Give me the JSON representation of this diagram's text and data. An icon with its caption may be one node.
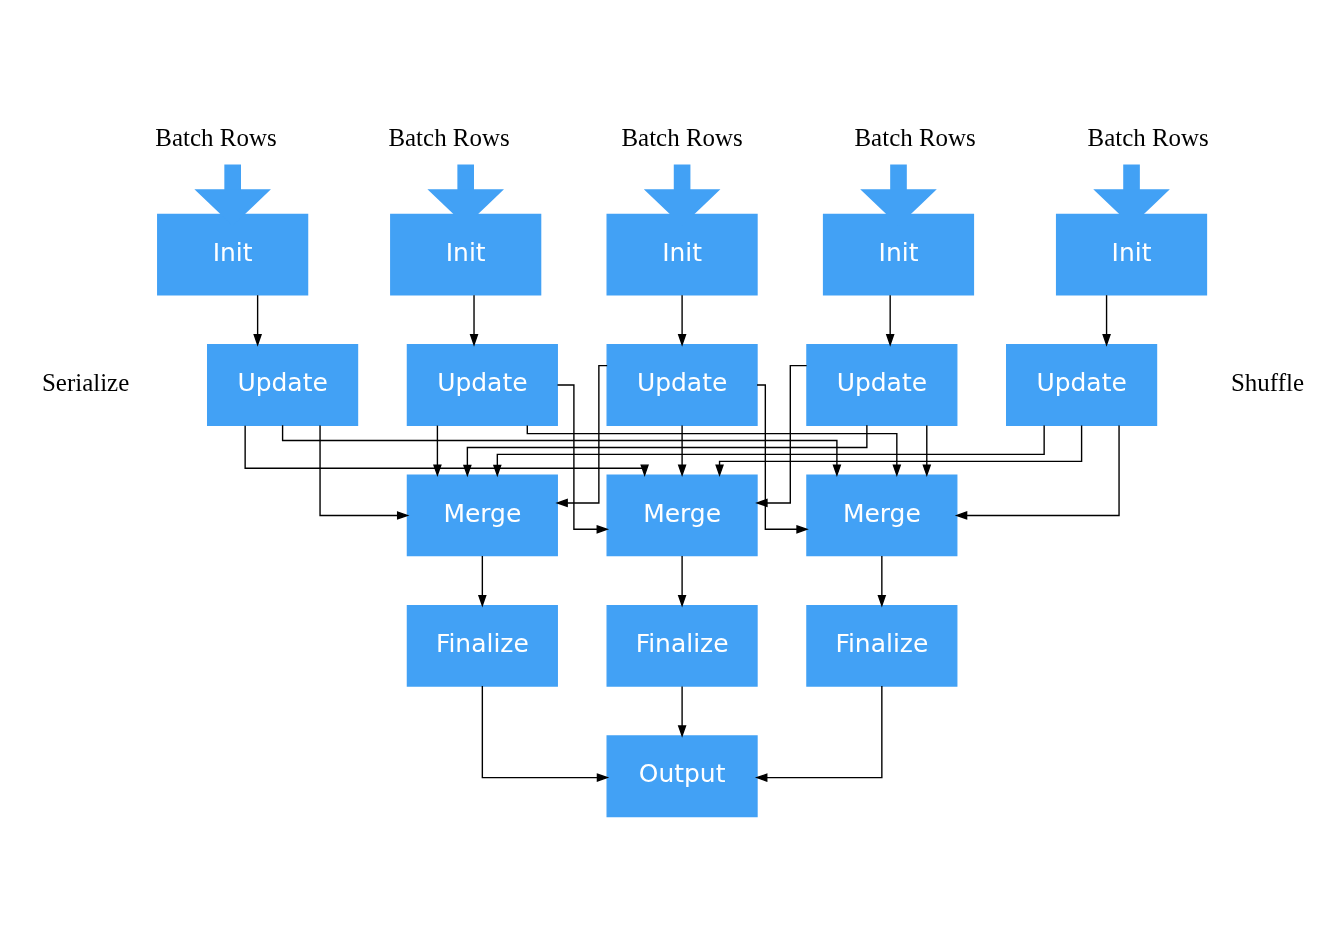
{
  "diagram": {
    "nodes": [
      {
        "text": [
          "Batch Rows"
        ]
      },
      {
        "text": [
          "Batch Rows"
        ]
      },
      {
        "text": [
          "Batch Rows"
        ]
      },
      {
        "text": [
          "Batch Rows"
        ]
      },
      {
        "text": [
          "Batch Rows"
        ]
      },
      {
        "text": [
          "Init"
        ]
      },
      {
        "text": [
          "Init"
        ]
      },
      {
        "text": [
          "Init"
        ]
      },
      {
        "text": [
          "Init"
        ]
      },
      {
        "text": [
          "Init"
        ]
      },
      {
        "text": [
          "Update"
        ]
      },
      {
        "text": [
          "Update"
        ]
      },
      {
        "text": [
          "Update"
        ]
      },
      {
        "text": [
          "Update"
        ]
      },
      {
        "text": [
          "Update"
        ]
      },
      {
        "text": [
          "Merge"
        ]
      },
      {
        "text": [
          "Merge"
        ]
      },
      {
        "text": [
          "Merge"
        ]
      },
      {
        "text": [
          "Finalize"
        ]
      },
      {
        "text": [
          "Finalize"
        ]
      },
      {
        "text": [
          "Finalize"
        ]
      },
      {
        "text": [
          "Output"
        ]
      }
    ],
    "edges": [
      {
        "from": 0,
        "to": 5,
        "arrow": "to",
        "style": "thick",
        "color": "#42a1f5"
      },
      {
        "from": 1,
        "to": 6,
        "arrow": "to",
        "style": "thick",
        "color": "#42a1f5"
      },
      {
        "from": 2,
        "to": 7,
        "arrow": "to",
        "style": "thick",
        "color": "#42a1f5"
      },
      {
        "from": 3,
        "to": 8,
        "arrow": "to",
        "style": "thick",
        "color": "#42a1f5"
      },
      {
        "from": 4,
        "to": 9,
        "arrow": "to",
        "style": "thick",
        "color": "#42a1f5"
      },
      {
        "from": 5,
        "to": 10,
        "arrow": "to"
      },
      {
        "from": 6,
        "to": 11,
        "arrow": "to"
      },
      {
        "from": 7,
        "to": 12,
        "arrow": "to"
      },
      {
        "from": 8,
        "to": 13,
        "arrow": "to"
      },
      {
        "from": 9,
        "to": 14,
        "arrow": "to"
      },
      {
        "from": 10,
        "to": 15,
        "arrow": "to"
      },
      {
        "from": 10,
        "to": 16,
        "arrow": "to"
      },
      {
        "from": 10,
        "to": 17,
        "arrow": "to"
      },
      {
        "from": 11,
        "to": 15,
        "arrow": "to"
      },
      {
        "from": 11,
        "to": 16,
        "arrow": "to"
      },
      {
        "from": 11,
        "to": 17,
        "arrow": "to"
      },
      {
        "from": 12,
        "to": 15,
        "arrow": "to"
      },
      {
        "from": 12,
        "to": 16,
        "arrow": "to"
      },
      {
        "from": 12,
        "to": 17,
        "arrow": "to"
      },
      {
        "from": 13,
        "to": 15,
        "arrow": "to"
      },
      {
        "from": 13,
        "to": 16,
        "arrow": "to"
      },
      {
        "from": 13,
        "to": 17,
        "arrow": "to"
      },
      {
        "from": 14,
        "to": 15,
        "arrow": "to"
      },
      {
        "from": 14,
        "to": 16,
        "arrow": "to"
      },
      {
        "from": 14,
        "to": 17,
        "arrow": "to"
      },
      {
        "from": 15,
        "to": 18,
        "arrow": "to"
      },
      {
        "from": 16,
        "to": 19,
        "arrow": "to"
      },
      {
        "from": 17,
        "to": 20,
        "arrow": "to"
      },
      {
        "from": 18,
        "to": 21,
        "arrow": "to"
      },
      {
        "from": 19,
        "to": 21,
        "arrow": "to"
      },
      {
        "from": 20,
        "to": 21,
        "arrow": "to"
      }
    ],
    "labels": [
      "Serialize",
      "Shuffle"
    ]
  }
}
